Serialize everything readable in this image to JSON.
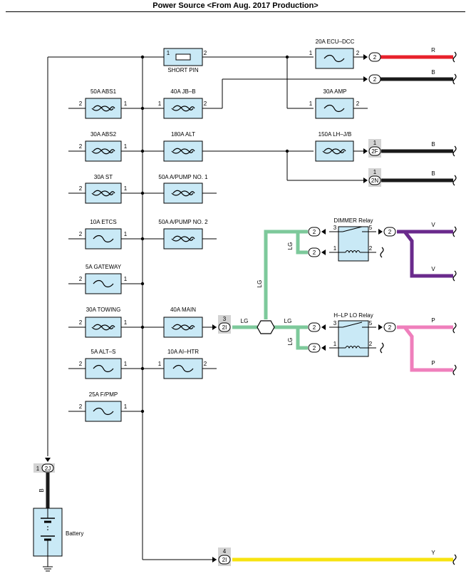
{
  "title": "Power Source <From Aug. 2017 Production>",
  "colors": {
    "fuse_fill": "#c9e9f6",
    "red": "#e8212b",
    "black": "#1a1a1a",
    "green": "#7dc99b",
    "purple": "#6a2a8c",
    "pink": "#ef7fbc",
    "yellow": "#f7e310",
    "connector_tag": "#d3d3d3"
  },
  "fuses": {
    "short_pin": "SHORT PIN",
    "ecu_dcc": "20A ECU–DCC",
    "amp": "30A AMP",
    "abs1": "50A ABS1",
    "jb_b": "40A JB–B",
    "abs2": "30A ABS2",
    "alt": "180A ALT",
    "lh_jb": "150A LH–J/B",
    "st": "30A ST",
    "apump1": "50A A/PUMP NO. 1",
    "etcs": "10A ETCS",
    "apump2": "50A A/PUMP NO. 2",
    "gateway": "5A GATEWAY",
    "towing": "30A TOWING",
    "main": "40A MAIN",
    "alt_s": "5A ALT–S",
    "ai_htr": "10A AI–HTR",
    "fpmp": "25A F/PMP"
  },
  "relays": {
    "dimmer": "DIMMER Relay",
    "hlp_lo": "H–LP LO Relay"
  },
  "battery": "Battery",
  "pins": {
    "p1": "1",
    "p2": "2",
    "p3": "3",
    "p4": "4",
    "p5": "5"
  },
  "connectors": {
    "c2": "2",
    "c2f": "2F",
    "c2n": "2N",
    "c2i": "2I",
    "c2j": "2J"
  },
  "wire_colors": {
    "r": "R",
    "b": "B",
    "v": "V",
    "p": "P",
    "y": "Y",
    "lg": "LG"
  }
}
